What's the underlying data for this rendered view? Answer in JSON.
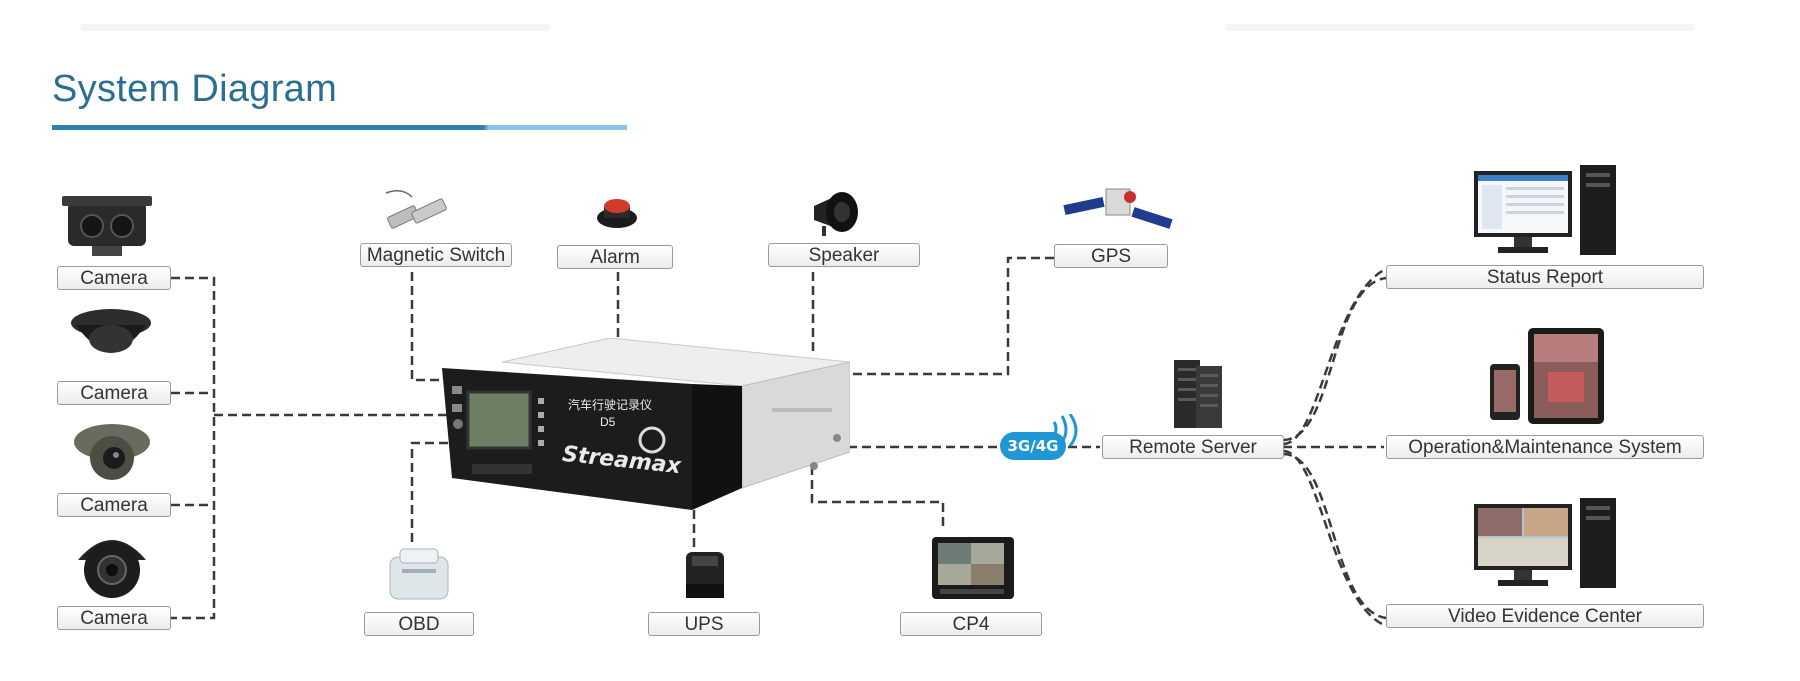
{
  "title": "System Diagram",
  "cameras": [
    {
      "label": "Camera"
    },
    {
      "label": "Camera"
    },
    {
      "label": "Camera"
    },
    {
      "label": "Camera"
    }
  ],
  "peripherals": {
    "magnetic_switch": "Magnetic Switch",
    "alarm": "Alarm",
    "speaker": "Speaker",
    "gps": "GPS",
    "obd": "OBD",
    "ups": "UPS",
    "cp4": "CP4"
  },
  "device": {
    "brand": "Streamax",
    "chinese_label": "汽车行驶记录仪",
    "model": "D5"
  },
  "network": {
    "badge": "3G/4G",
    "remote_server": "Remote Server"
  },
  "platforms": {
    "status_report": "Status Report",
    "operation": "Operation&Maintenance System",
    "video_evidence": "Video Evidence Center"
  }
}
